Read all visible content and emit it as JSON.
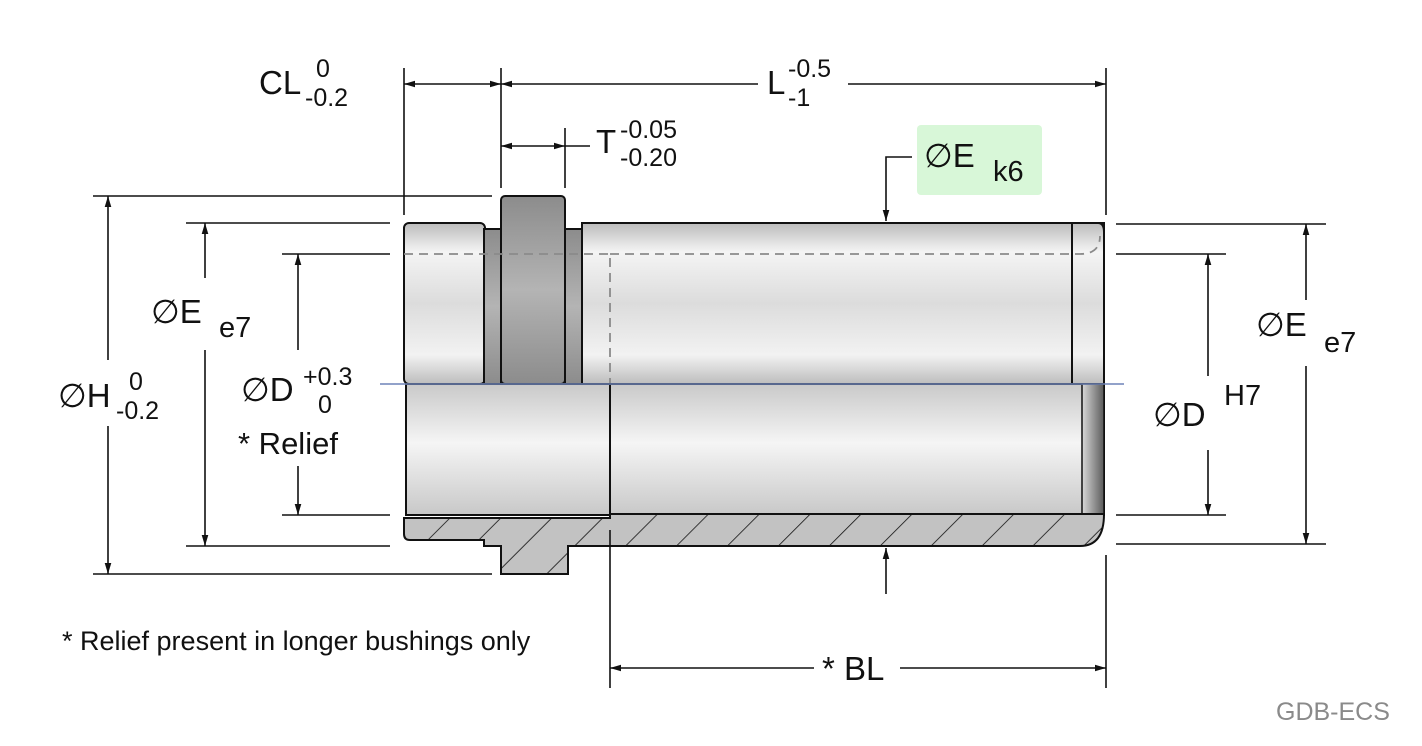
{
  "dimensions": {
    "cl": {
      "symbol": "CL",
      "upper": "0",
      "lower": "-0.2"
    },
    "l": {
      "symbol": "L",
      "upper": "-0.5",
      "lower": "-1"
    },
    "t": {
      "symbol": "T",
      "upper": "-0.05",
      "lower": "-0.20"
    },
    "e_k6": {
      "symbol": "∅E",
      "suffix": "k6",
      "highlight_color": "#d8f7d8"
    },
    "h": {
      "symbol": "∅H",
      "upper": "0",
      "lower": "-0.2"
    },
    "e_e7_left": {
      "symbol": "∅E",
      "suffix": "e7"
    },
    "d_relief": {
      "symbol": "∅D",
      "upper": "+0.3",
      "lower": "0",
      "note": "* Relief"
    },
    "e_e7_right": {
      "symbol": "∅E",
      "suffix": "e7"
    },
    "d_h7": {
      "symbol": "∅D",
      "suffix": "H7"
    },
    "bl": {
      "symbol": "* BL"
    }
  },
  "footnote": "* Relief present in longer bushings only",
  "drawing_code": "GDB-ECS",
  "colors": {
    "line": "#111111",
    "hidden_line": "#8a8a8a",
    "centerline": "#6f84b8",
    "section_fill": "#bdbdbd",
    "collar_fill": "#9a9a9a",
    "code_text": "#8a8a8a"
  }
}
